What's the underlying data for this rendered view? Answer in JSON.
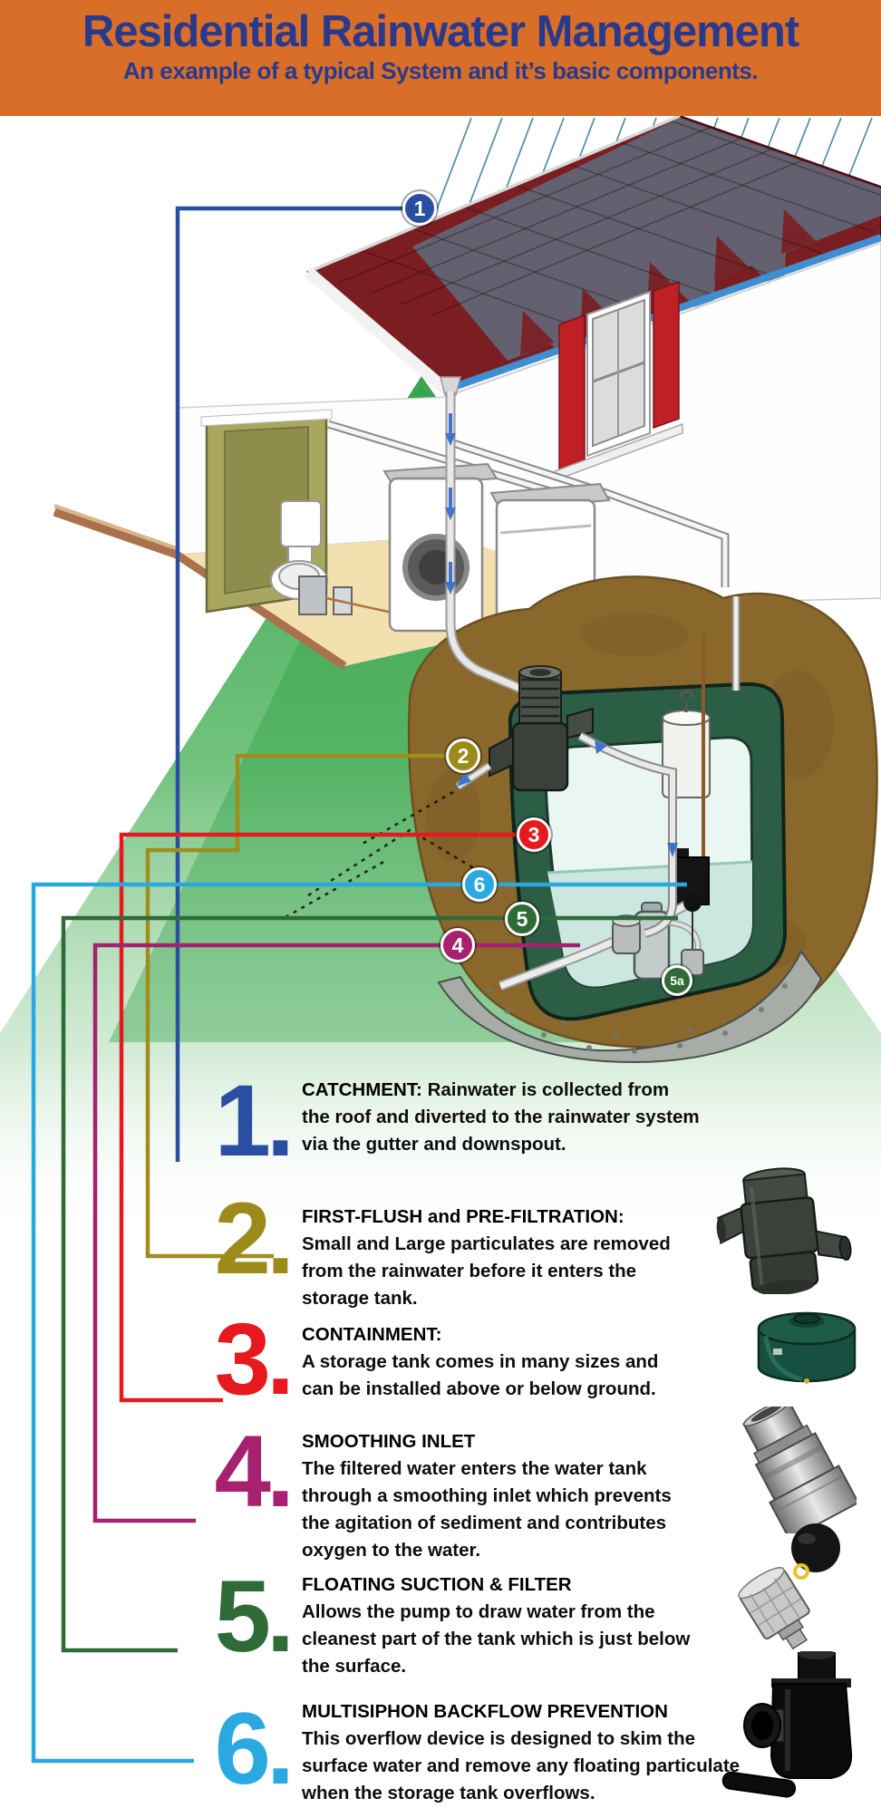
{
  "header": {
    "bg_color": "#D96E28",
    "text_color": "#293A8D",
    "title": "Residential Rainwater Management",
    "subtitle": "An example of a typical System and it’s basic components."
  },
  "diagram": {
    "markers": [
      {
        "id": "1",
        "label": "1",
        "color": "#2B4FA0"
      },
      {
        "id": "2",
        "label": "2",
        "color": "#9C8A1B"
      },
      {
        "id": "3",
        "label": "3",
        "color": "#E6191E"
      },
      {
        "id": "4",
        "label": "4",
        "color": "#A6216F"
      },
      {
        "id": "5",
        "label": "5",
        "color": "#2E6B36"
      },
      {
        "id": "5a",
        "label": "5a",
        "color": "#2E6B36"
      },
      {
        "id": "6",
        "label": "6",
        "color": "#2AA9E0"
      }
    ]
  },
  "items": [
    {
      "number": "1.",
      "color": "#2B4FA0",
      "heading": "CATCHMENT:",
      "body": "Rainwater is collected from\nthe roof and diverted to the rainwater system\nvia the gutter and downspout."
    },
    {
      "number": "2.",
      "color": "#9C8A1B",
      "heading": "FIRST-FLUSH and PRE-FILTRATION:",
      "body": "Small and Large particulates are removed\nfrom the rainwater before it enters the\nstorage tank.",
      "product_icon": "first-flush-filter-photo"
    },
    {
      "number": "3.",
      "color": "#E6191E",
      "heading": "CONTAINMENT:",
      "body": "A storage tank comes in many sizes and\ncan be installed above or below ground.",
      "product_icon": "green-storage-tank-photo"
    },
    {
      "number": "4.",
      "color": "#A6216F",
      "heading": "SMOOTHING INLET",
      "body": "The filtered water enters the water tank\nthrough a smoothing inlet which prevents\nthe agitation of sediment and contributes\noxygen to the water.",
      "product_icon": "smoothing-inlet-photo"
    },
    {
      "number": "5.",
      "color": "#2E6B36",
      "heading": "FLOATING SUCTION & FILTER",
      "body": "Allows the pump to draw water from the\ncleanest part of the tank which is just below\nthe surface.",
      "product_icon": "floating-suction-filter-photo"
    },
    {
      "number": "6.",
      "color": "#2AA9E0",
      "heading": "MULTISIPHON BACKFLOW PREVENTION",
      "body": "This overflow device is designed to skim the\nsurface water and remove any floating particulate\nwhen the storage tank overflows.",
      "product_icon": "multisiphon-backflow-device-photo"
    }
  ]
}
